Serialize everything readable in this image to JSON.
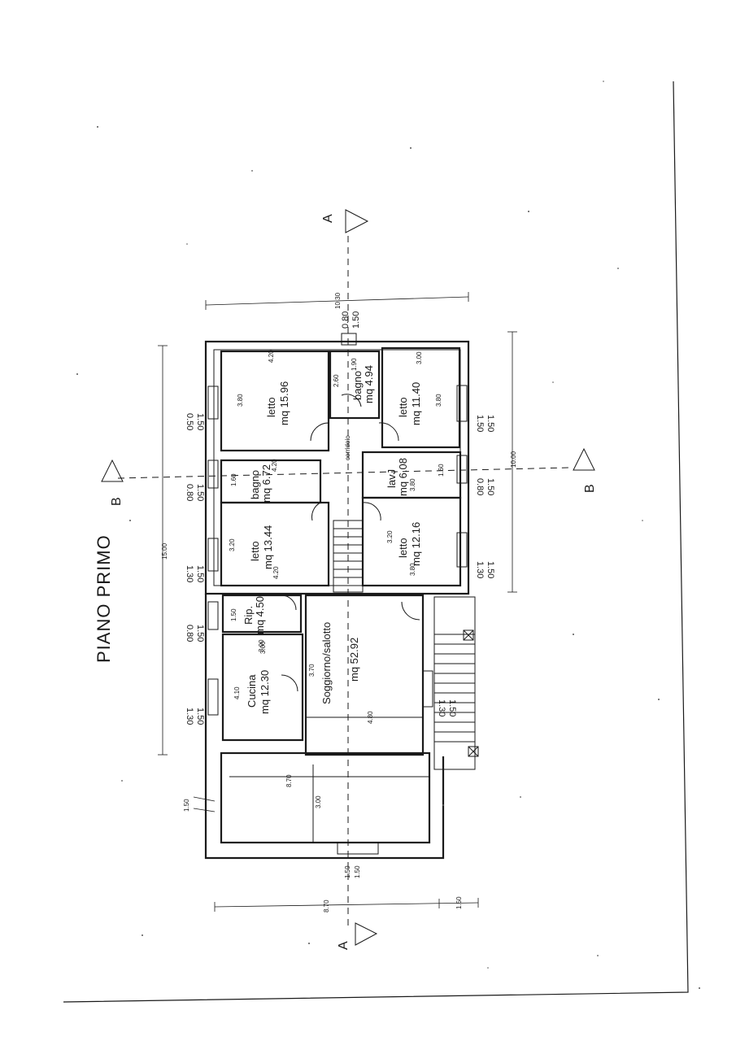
{
  "title": "PIANO PRIMO",
  "sections": {
    "a_top": "A",
    "a_bottom": "A",
    "b_left": "B",
    "b_right": "B"
  },
  "rooms": {
    "letto_1": {
      "name": "letto",
      "area": "mq 15.96",
      "d1": "4.20",
      "d2": "3.80"
    },
    "bagno_1": {
      "name": "bagno",
      "area": "mq 4.94",
      "d1": "1.90",
      "d2": "2.60"
    },
    "letto_2": {
      "name": "letto",
      "area": "mq 11.40",
      "d1": "3.00",
      "d2": "3.80"
    },
    "bagno_2": {
      "name": "bagno",
      "area": "mq 6.72",
      "d1": "4.20",
      "d2": "1.60"
    },
    "lavanderia": {
      "name": "lavJ",
      "area": "mq 6.08",
      "d1": "3.80",
      "d2": "1.60"
    },
    "letto_3": {
      "name": "letto",
      "area": "mq 13.44",
      "d1": "3.20",
      "d2": "4.20"
    },
    "letto_4": {
      "name": "letto",
      "area": "mq 12.16",
      "d1": "3.20",
      "d2": "3.80"
    },
    "ripostiglio": {
      "name": "Rip.",
      "area": "mq 4.50",
      "d1": "1.50",
      "d2": "3.00"
    },
    "cucina": {
      "name": "Cucina",
      "area": "mq 12.30",
      "d1": "4.10",
      "d2": "3.00"
    },
    "soggiorno": {
      "name": "Soggiorno/salotto",
      "area": "mq 52.92",
      "d1": "3.70",
      "d2": "4.80"
    },
    "terrazzo": {
      "d1": "8.70",
      "d2": "3.00"
    }
  },
  "corridor_note": "corridoio",
  "windows_left": [
    {
      "top": "1.50",
      "bottom": "0.50"
    },
    {
      "top": "1.50",
      "bottom": "0.80"
    },
    {
      "top": "1.50",
      "bottom": "1.30"
    },
    {
      "top": "1.50",
      "bottom": "0.80"
    },
    {
      "top": "1.50",
      "bottom": "1.30"
    }
  ],
  "windows_right": [
    {
      "top": "1.50",
      "bottom": "1.50"
    },
    {
      "top": "1.50",
      "bottom": "0.80"
    },
    {
      "top": "1.50",
      "bottom": "1.30"
    },
    {
      "top": "1.50",
      "bottom": "1.30"
    }
  ],
  "window_top": {
    "w": "0.80",
    "h": "1.50"
  },
  "window_bottom": {
    "w": "1.50",
    "h": "1.50"
  },
  "dims": {
    "total_length": "15.00",
    "top_width": "10.30",
    "right_length": "10.00",
    "bottom_width": "8.70",
    "bottom_small": "1.50",
    "balcony": "1.50"
  }
}
